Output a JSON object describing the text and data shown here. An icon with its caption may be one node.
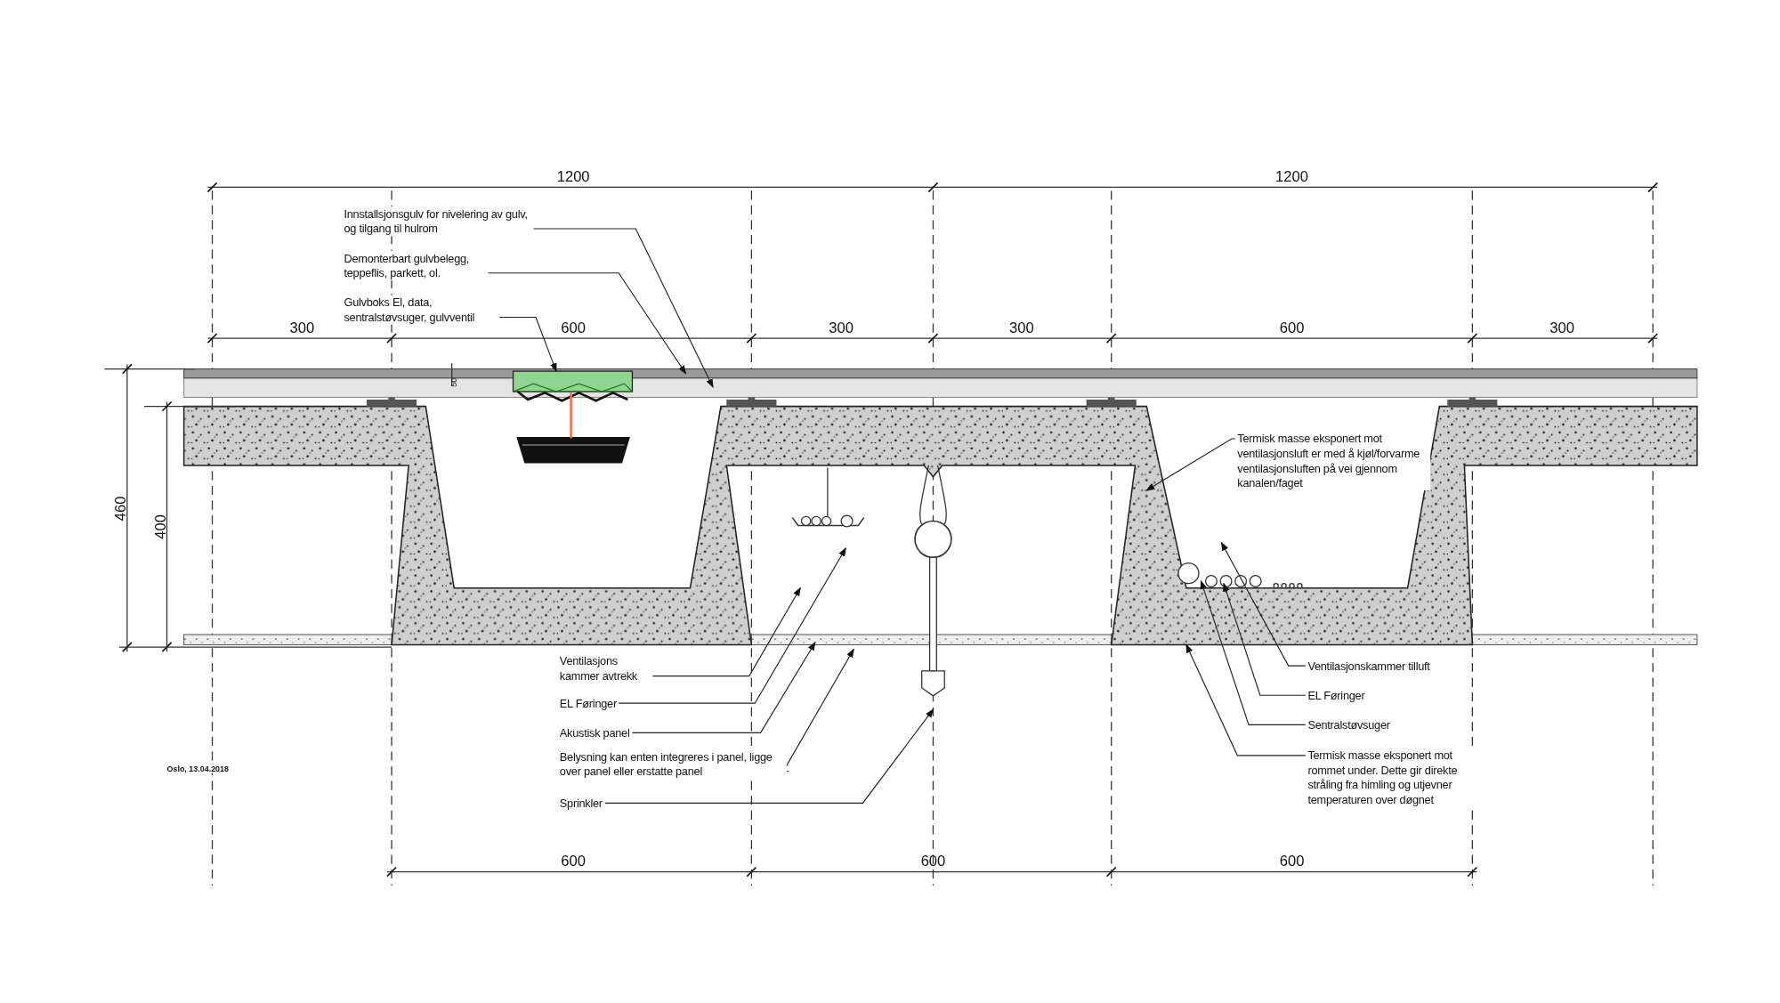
{
  "diagram": {
    "nodes": [
      {
        "text": [
          "Innstallsjonsgulv for nivelering av gulv, og tilgang til hulrom"
        ]
      },
      {
        "text": [
          "Demonterbart gulvbelegg, teppeflis, parkett, ol."
        ]
      },
      {
        "text": [
          "Gulvboks El, data, sentralstøvsuger, gulvventil"
        ]
      },
      {
        "text": [
          "Ventilasjons kammer avtrekk"
        ]
      },
      {
        "text": [
          "EL Føringer"
        ]
      },
      {
        "text": [
          "Akustisk panel"
        ]
      },
      {
        "text": [
          "Belysning kan enten integreres i panel, ligge over panel eller erstatte panel"
        ]
      },
      {
        "text": [
          "Sprinkler"
        ]
      },
      {
        "text": [
          "Termisk masse eksponert mot ventilasjonsluft er med å kjøl/forvarme ventilasjonsluften på vei gjennom kanalen/faget"
        ]
      },
      {
        "text": [
          "Ventilasjonskammer tilluft"
        ]
      },
      {
        "text": [
          "EL Føringer"
        ]
      },
      {
        "text": [
          "Sentralstøvsuger"
        ]
      },
      {
        "text": [
          "Termisk masse eksponert mot rommet under. Dette gir direkte stråling fra himling og utjevner temperaturen over døgnet"
        ]
      },
      {
        "text": [],
        "shape": "box"
      },
      {
        "text": [],
        "shape": "box"
      }
    ],
    "edges": [
      {
        "from": 0,
        "to": null,
        "arrow": "to"
      },
      {
        "from": 1,
        "to": null,
        "arrow": "to"
      },
      {
        "from": 2,
        "to": 13,
        "arrow": "to"
      },
      {
        "from": 3,
        "to": null,
        "arrow": "to"
      },
      {
        "from": 4,
        "to": null,
        "arrow": "to"
      },
      {
        "from": 5,
        "to": null,
        "arrow": "to"
      },
      {
        "from": 6,
        "to": null,
        "arrow": "to"
      },
      {
        "from": 7,
        "to": null,
        "arrow": "to"
      },
      {
        "from": 8,
        "to": null,
        "arrow": "to"
      },
      {
        "from": 9,
        "to": null,
        "arrow": "to"
      },
      {
        "from": 10,
        "to": null,
        "arrow": "to"
      },
      {
        "from": 11,
        "to": null,
        "arrow": "to"
      },
      {
        "from": 12,
        "to": null,
        "arrow": "to"
      },
      {
        "from": 13,
        "to": 14,
        "arrow": "none",
        "color": "#f07040"
      }
    ],
    "labels": [
      "1200",
      "1200",
      "300",
      "600",
      "300",
      "300",
      "600",
      "300",
      "50",
      "460",
      "400",
      "Oslo, 13.04.2018",
      "600",
      "600",
      "600"
    ]
  }
}
